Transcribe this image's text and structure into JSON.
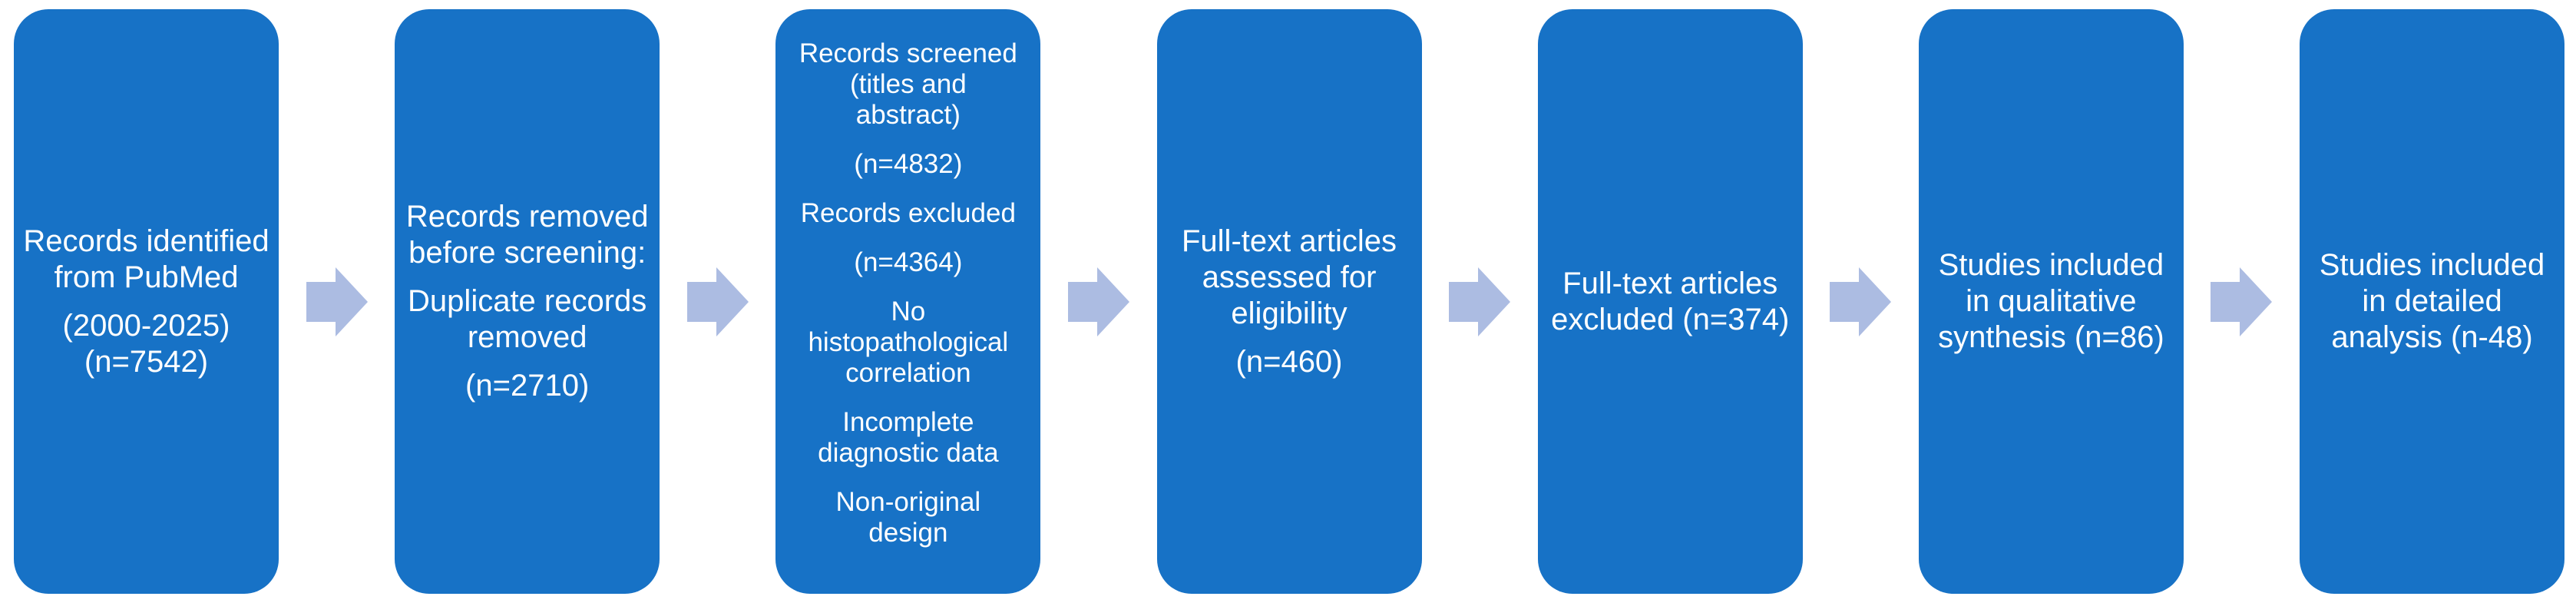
{
  "diagram": {
    "type": "flowchart",
    "direction": "left-to-right",
    "colors": {
      "box_fill": "#1772C6",
      "box_text": "#FFFFFF",
      "arrow_fill": "#ACBCE2"
    },
    "arrow_icon": "right-block-arrow",
    "boxes": [
      {
        "id": "records-identified",
        "paragraphs": [
          {
            "lines": [
              "Records identified",
              "from PubMed"
            ]
          },
          {
            "lines": [
              "(2000-2025)",
              "(n=7542)"
            ]
          }
        ]
      },
      {
        "id": "records-removed",
        "paragraphs": [
          {
            "lines": [
              "Records removed",
              "before screening:"
            ]
          },
          {
            "lines": [
              "Duplicate records",
              "removed"
            ]
          },
          {
            "lines": [
              "(n=2710)"
            ]
          }
        ]
      },
      {
        "id": "records-screened",
        "paragraphs": [
          {
            "lines": [
              "Records screened",
              "(titles and",
              "abstract)"
            ]
          },
          {
            "lines": [
              "(n=4832)"
            ]
          },
          {
            "lines": [
              "Records excluded"
            ]
          },
          {
            "lines": [
              "(n=4364)"
            ]
          },
          {
            "lines": [
              "No",
              "histopathological",
              "correlation"
            ]
          },
          {
            "lines": [
              "Incomplete",
              "diagnostic data"
            ]
          },
          {
            "lines": [
              "Non-original",
              "design"
            ]
          }
        ]
      },
      {
        "id": "fulltext-assessed",
        "paragraphs": [
          {
            "lines": [
              "Full-text articles",
              "assessed for",
              "eligibility"
            ]
          },
          {
            "lines": [
              "(n=460)"
            ]
          }
        ]
      },
      {
        "id": "fulltext-excluded",
        "paragraphs": [
          {
            "lines": [
              "Full-text articles",
              "excluded (n=374)"
            ]
          }
        ]
      },
      {
        "id": "qualitative-synthesis",
        "paragraphs": [
          {
            "lines": [
              "Studies included",
              "in qualitative",
              "synthesis (n=86)"
            ]
          }
        ]
      },
      {
        "id": "detailed-analysis",
        "paragraphs": [
          {
            "lines": [
              "Studies included",
              "in detailed",
              "analysis (n-48)"
            ]
          }
        ]
      }
    ]
  }
}
